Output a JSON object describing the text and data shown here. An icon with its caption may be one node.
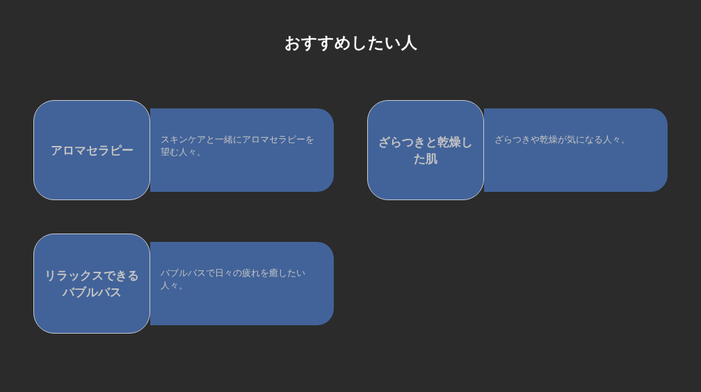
{
  "diagram": {
    "title": "おすすめしたい人",
    "nodes": [
      {
        "text": [
          "アロマセラピー"
        ]
      },
      {
        "text": [
          "スキンケアと一緒にアロマセラピーを望む人々。"
        ]
      },
      {
        "text": [
          "ざらつきと乾燥した肌"
        ]
      },
      {
        "text": [
          "ざらつきや乾燥が気になる人々。"
        ]
      },
      {
        "text": [
          "リラックスできるバブルバス"
        ]
      },
      {
        "text": [
          "バブルバスで日々の疲れを癒したい人々。"
        ]
      }
    ]
  }
}
